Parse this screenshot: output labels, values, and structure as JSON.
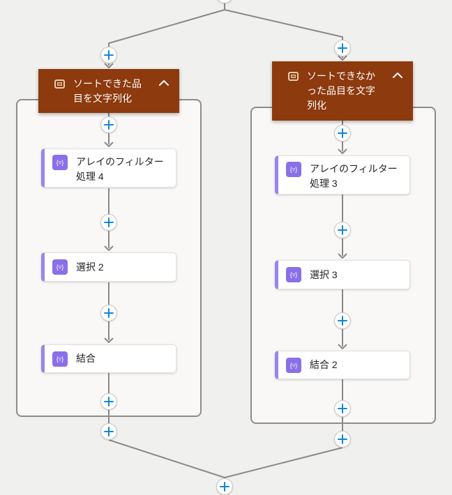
{
  "colors": {
    "canvas_bg": "#F0F0EE",
    "scope_body_bg": "#F9F8F6",
    "scope_header_bg": "#8C3A0E",
    "action_accent_purple": "#8A6FE8",
    "plus_blue": "#1086D9",
    "connector_gray": "#8A8886",
    "card_text": "#242424"
  },
  "icons": {
    "data_operation_glyph": "{▿}",
    "scope_icon": "scope-frame",
    "collapse_icon": "chevron-up",
    "add_icon": "plus"
  },
  "branches": [
    {
      "header": {
        "label": "ソートできた品目を文字列化"
      },
      "actions": [
        {
          "label": "アレイのフィルター処理 4"
        },
        {
          "label": "選択 2"
        },
        {
          "label": "結合"
        }
      ]
    },
    {
      "header": {
        "label": "ソートできなかった品目を文字列化"
      },
      "actions": [
        {
          "label": "アレイのフィルター処理 3"
        },
        {
          "label": "選択 3"
        },
        {
          "label": "結合 2"
        }
      ]
    }
  ]
}
